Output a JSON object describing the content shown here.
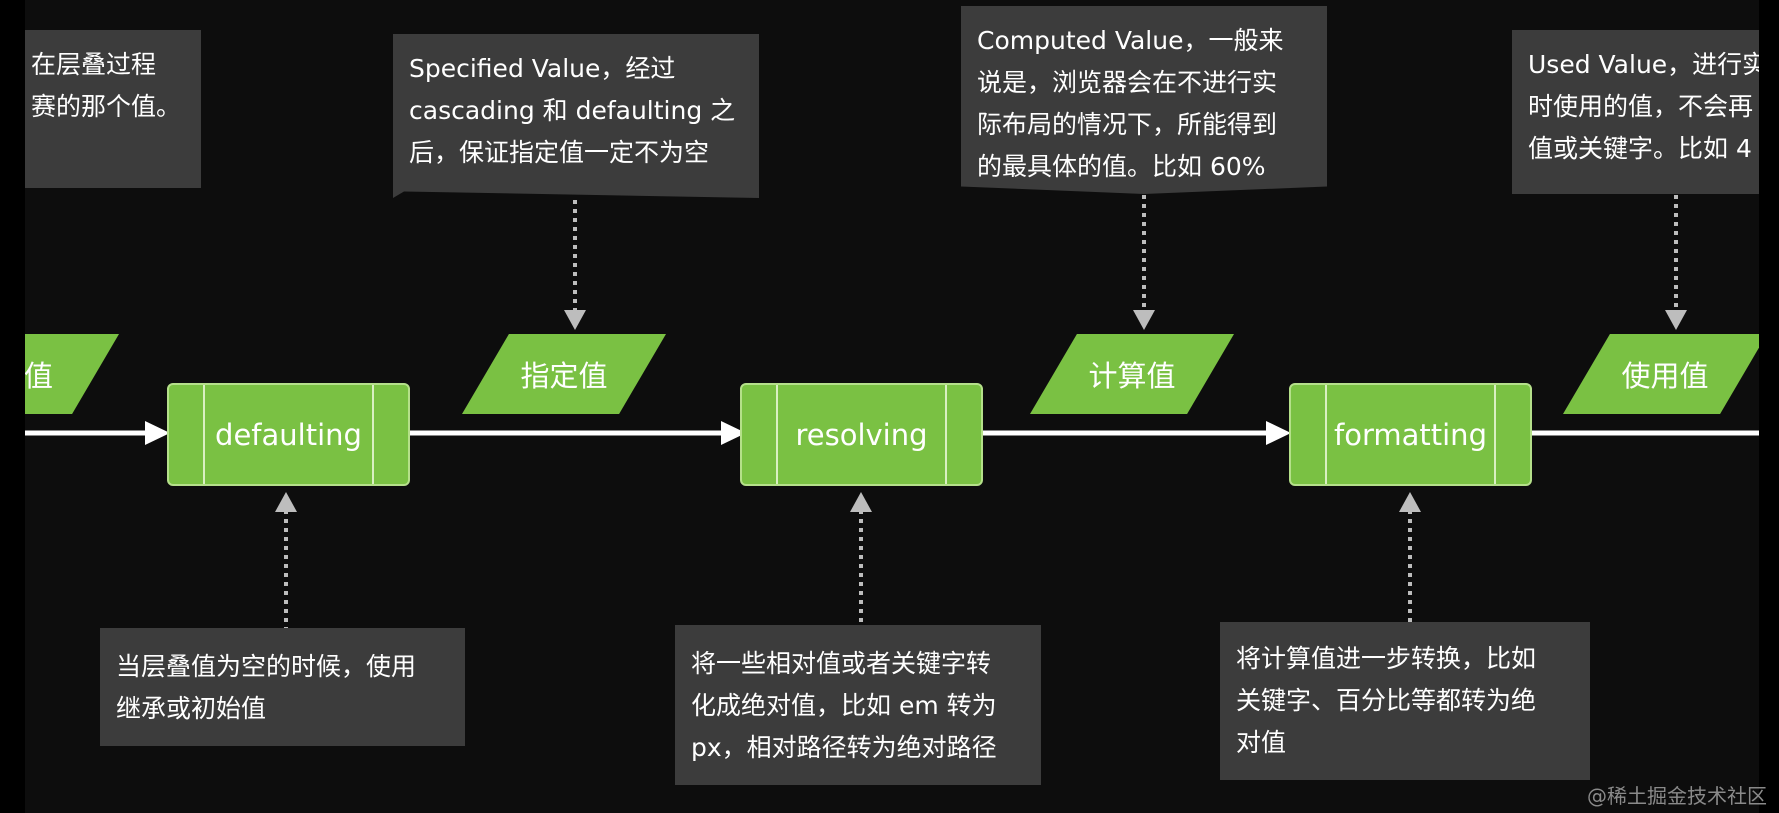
{
  "notes": {
    "cascaded": [
      "在层叠过程",
      "赛的那个值。"
    ],
    "specified": [
      "Specified Value，经过",
      "cascading 和 defaulting 之",
      "后，保证指定值一定不为空"
    ],
    "computed": [
      "Computed Value，一般来",
      "说是，浏览器会在不进行实",
      "际布局的情况下，所能得到",
      "的最具体的值。比如 60%"
    ],
    "used": [
      "Used Value，进行实",
      "时使用的值，不会再",
      "值或关键字。比如 4"
    ],
    "defaulting_desc": [
      "当层叠值为空的时候，使用",
      "继承或初始值"
    ],
    "resolving_desc": [
      "将一些相对值或者关键字转",
      "化成绝对值，比如 em 转为",
      "px，相对路径转为绝对路径"
    ],
    "formatting_desc": [
      "将计算值进一步转换，比如",
      "关键字、百分比等都转为绝",
      "对值"
    ]
  },
  "processes": {
    "defaulting": "defaulting",
    "resolving": "resolving",
    "formatting": "formatting"
  },
  "values": {
    "cascaded": "值",
    "specified": "指定值",
    "computed": "计算值",
    "used": "使用值"
  },
  "watermark": "@稀土掘金技术社区",
  "colors": {
    "background": "#0d0d0d",
    "note": "#3c3c3c",
    "green": "#7ac143",
    "connector": "#bdbdbd"
  }
}
